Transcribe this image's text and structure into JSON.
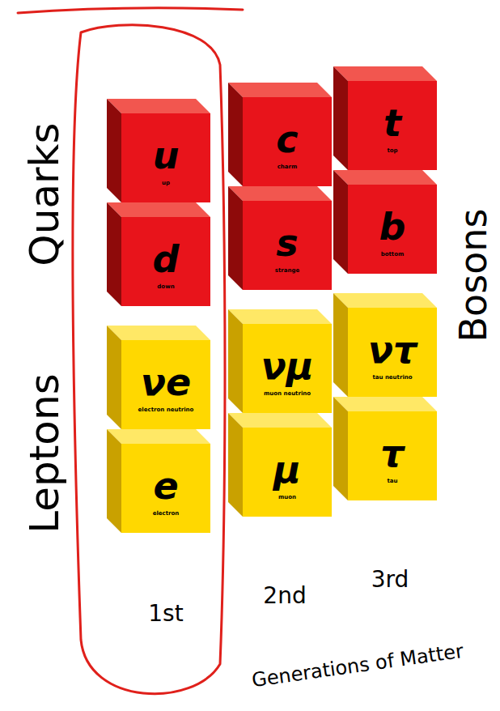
{
  "diagram": {
    "nodes": [
      {
        "text": [
          "u",
          "up"
        ]
      },
      {
        "text": [
          "c",
          "charm"
        ]
      },
      {
        "text": [
          "t",
          "top"
        ]
      },
      {
        "text": [
          "d",
          "down"
        ]
      },
      {
        "text": [
          "s",
          "strange"
        ]
      },
      {
        "text": [
          "b",
          "bottom"
        ]
      },
      {
        "text": [
          "νe",
          "electron neutrino"
        ]
      },
      {
        "text": [
          "νμ",
          "muon neutrino"
        ]
      },
      {
        "text": [
          "ντ",
          "tau neutrino"
        ]
      },
      {
        "text": [
          "e",
          "electron"
        ]
      },
      {
        "text": [
          "μ",
          "muon"
        ]
      },
      {
        "text": [
          "τ",
          "tau"
        ]
      }
    ],
    "labels": [
      "Quarks",
      "Leptons",
      "Bosons",
      "1st",
      "2nd",
      "3rd",
      "Generations of Matter"
    ]
  }
}
